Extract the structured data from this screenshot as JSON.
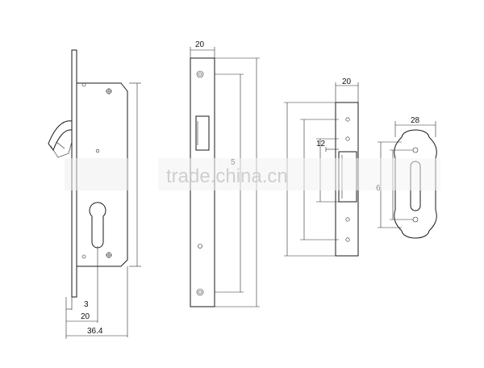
{
  "dimensions": {
    "lock_body": {
      "offset": "3",
      "backset": "20",
      "total_width": "36.4"
    },
    "faceplate": {
      "width": "20",
      "side_label_partial": "5"
    },
    "strike": {
      "width": "20",
      "slot_width": "12"
    },
    "escutcheon": {
      "width": "28",
      "side_label_partial": "6"
    }
  },
  "watermark": {
    "text": "trade.china.cn"
  },
  "colors": {
    "line": "#1a1a1a",
    "background": "#ffffff",
    "watermark": "#c8c8c8"
  }
}
